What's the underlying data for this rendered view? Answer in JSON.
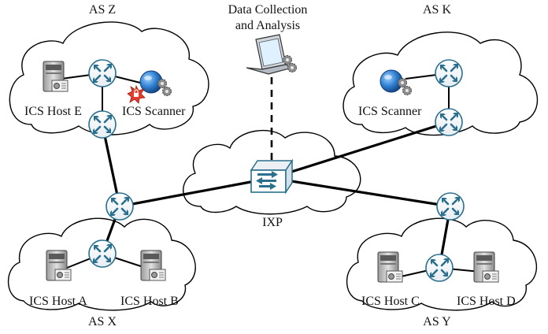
{
  "labels": {
    "as_z": "AS Z",
    "as_k": "AS K",
    "as_x": "AS X",
    "as_y": "AS Y",
    "ixp": "IXP",
    "data_collection_line1": "Data Collection",
    "data_collection_line2": "and Analysis",
    "host_e": "ICS Host E",
    "scanner_z": "ICS Scanner",
    "scanner_k": "ICS Scanner",
    "host_a": "ICS Host A",
    "host_b": "ICS Host B",
    "host_c": "ICS Host C",
    "host_d": "ICS Host D"
  },
  "colors": {
    "router": "#2a6f8e",
    "router_arrow": "#ffffff",
    "link": "#000000",
    "cloud_stroke": "#000000",
    "scanner_globe": "#2f7fd1",
    "alert": "#e83a2a"
  },
  "icons": [
    "router-icon",
    "ixp-switch-icon",
    "server-icon",
    "scanner-globe-icon",
    "gear-icon",
    "laptop-icon",
    "alert-badge-icon"
  ]
}
